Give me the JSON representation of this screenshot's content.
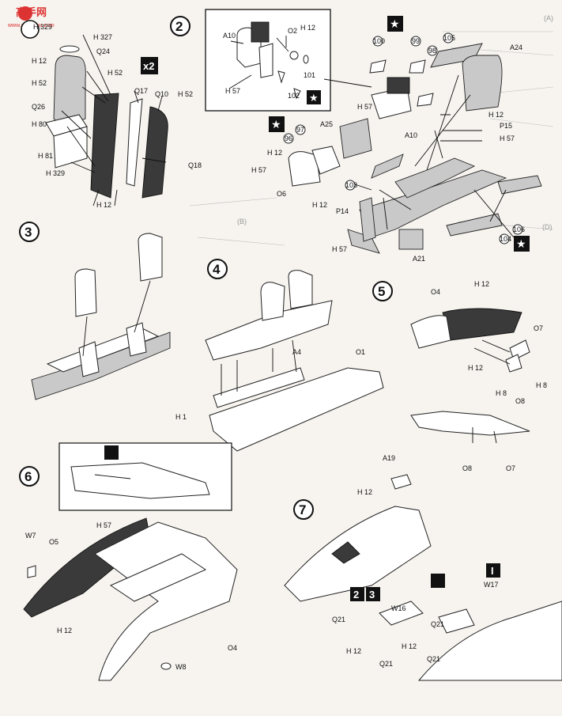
{
  "watermark": {
    "brand": "高手网",
    "url": "www.gaoshou.com"
  },
  "steps": [
    "2",
    "3",
    "4",
    "5",
    "6",
    "7"
  ],
  "step2": {
    "multiplier": "x2",
    "left_labels": [
      "H 329",
      "H 327",
      "H 12",
      "Q24",
      "H 52",
      "Q26",
      "H 80",
      "H 81",
      "H 329",
      "H 52",
      "Q17",
      "Q10",
      "H 52",
      "Q18",
      "H 12"
    ],
    "detail_labels": [
      "A10",
      "O2",
      "H 12",
      "H 57",
      "101",
      "102"
    ],
    "right_labels": [
      "100",
      "99",
      "98",
      "105",
      "A24",
      "H 57",
      "H 12",
      "A10",
      "P15",
      "H 57",
      "A25",
      "97",
      "96",
      "H 12",
      "H 57",
      "O6",
      "103",
      "H 12",
      "P14",
      "H 57",
      "A21",
      "106",
      "104"
    ]
  },
  "step4": {
    "labels": [
      "A4",
      "O1",
      "H 1"
    ]
  },
  "step5": {
    "labels": [
      "O4",
      "H 12",
      "O7",
      "H 12",
      "H 8",
      "H 8",
      "O8",
      "O8",
      "O7"
    ]
  },
  "step6": {
    "labels": [
      "H 57",
      "W7",
      "O5",
      "H 12",
      "O4",
      "W8"
    ]
  },
  "step7": {
    "labels": [
      "A19",
      "H 12",
      "W16",
      "W17",
      "Q21",
      "Q21",
      "H 12",
      "Q21",
      "H 12",
      "Q21"
    ],
    "badge_numbers": [
      "2",
      "3"
    ],
    "badge_roman": "I"
  },
  "side_marks": [
    "(A)",
    "(B)",
    "(D)"
  ]
}
